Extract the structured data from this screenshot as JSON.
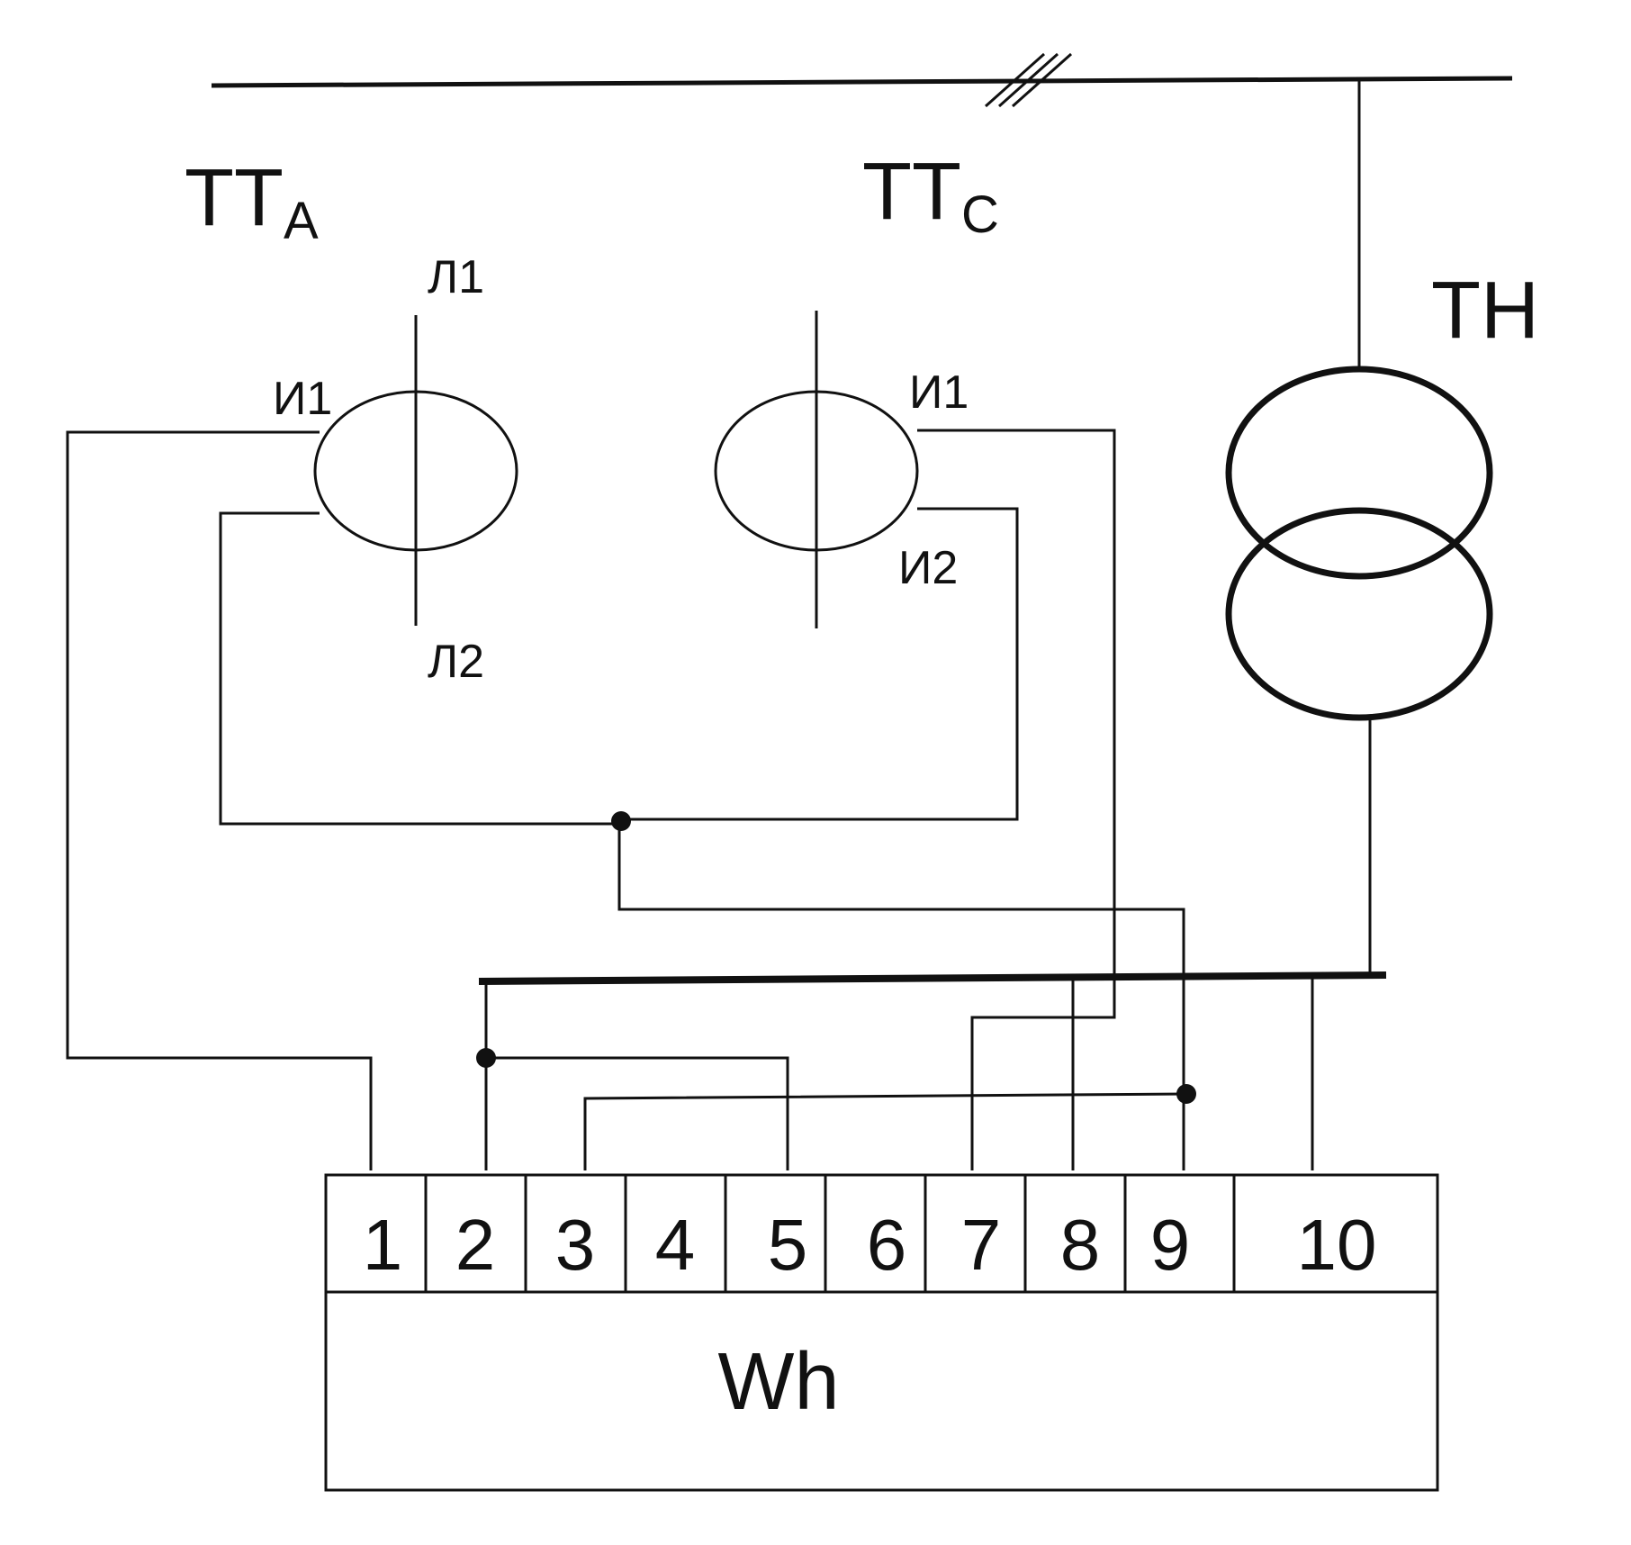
{
  "labels": {
    "ct_a_main": "ТТ",
    "ct_a_sub": "А",
    "ct_c_main": "ТТ",
    "ct_c_sub": "С",
    "vt": "ТН",
    "l1": "Л1",
    "l2": "Л2",
    "ct_a_i1": "И1",
    "ct_c_i1": "И1",
    "ct_c_i2": "И2",
    "meter": "Wh"
  },
  "terminals": [
    "1",
    "2",
    "3",
    "4",
    "5",
    "6",
    "7",
    "8",
    "9",
    "10"
  ]
}
